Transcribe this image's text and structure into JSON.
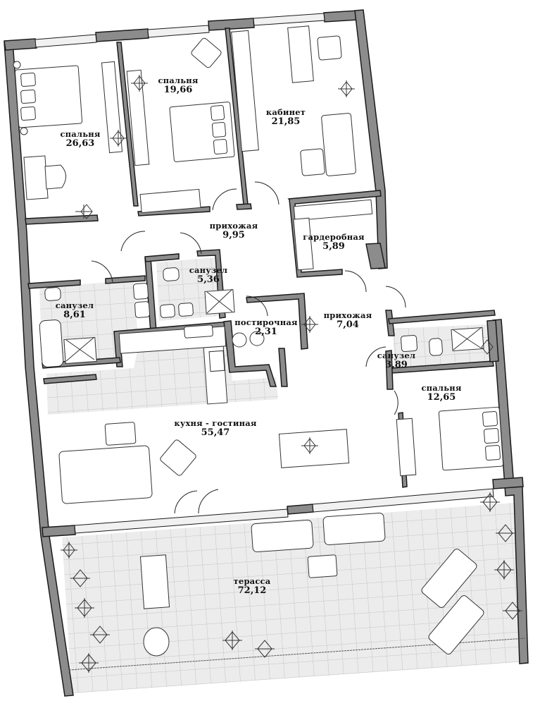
{
  "plan": {
    "type": "apartment floor plan",
    "colors": {
      "wall_fill": "#8c8c8c",
      "wall_stroke": "#1a1a1a",
      "wet_floor": "#ececec",
      "tile_line": "#c4c4c4",
      "window_glass": "#f1f1f1",
      "background": "#ffffff"
    },
    "rooms": [
      {
        "id": "bedroom-1",
        "name": "спальня",
        "area": "26,63"
      },
      {
        "id": "bedroom-2",
        "name": "спальня",
        "area": "19,66"
      },
      {
        "id": "study",
        "name": "кабинет",
        "area": "21,85"
      },
      {
        "id": "hall-1",
        "name": "прихожая",
        "area": "9,95"
      },
      {
        "id": "wardrobe",
        "name": "гардеробная",
        "area": "5,89"
      },
      {
        "id": "bathroom-1",
        "name": "санузел",
        "area": "5,36"
      },
      {
        "id": "bathroom-2",
        "name": "санузел",
        "area": "8,61"
      },
      {
        "id": "laundry",
        "name": "постирочная",
        "area": "2,31"
      },
      {
        "id": "hall-2",
        "name": "прихожая",
        "area": "7,04"
      },
      {
        "id": "bathroom-3",
        "name": "санузел",
        "area": "3,89"
      },
      {
        "id": "bedroom-3",
        "name": "спальня",
        "area": "12,65"
      },
      {
        "id": "kitchen-living",
        "name": "кухня - гостиная",
        "area": "55,47"
      },
      {
        "id": "terrace",
        "name": "терасса",
        "area": "72,12"
      }
    ]
  }
}
